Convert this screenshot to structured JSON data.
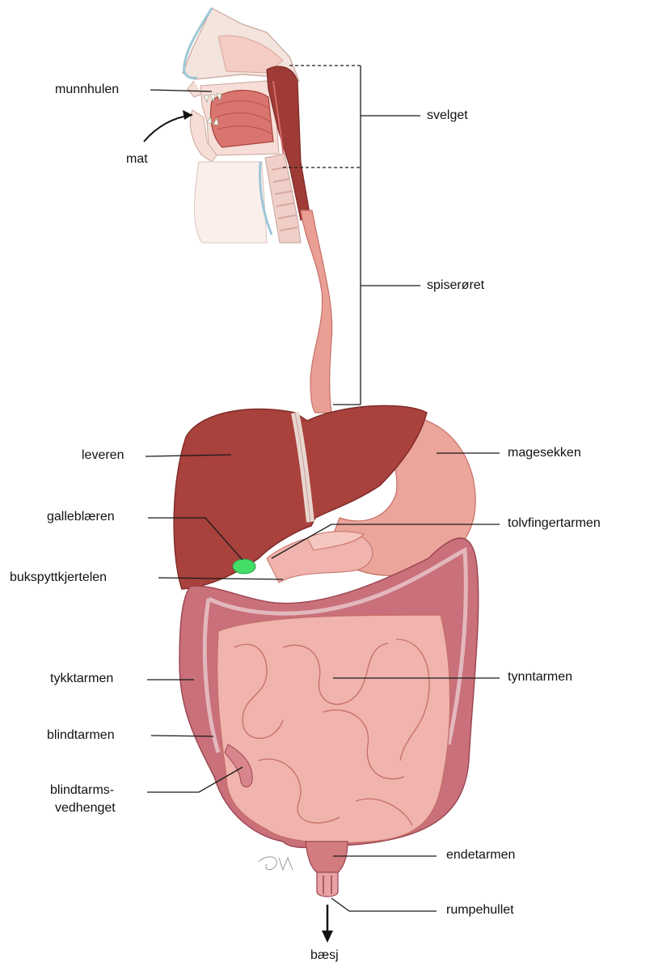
{
  "labels": {
    "munnhulen": "munnhulen",
    "mat": "mat",
    "svelget": "svelget",
    "spiseroret": "spiserøret",
    "leveren": "leveren",
    "magesekken": "magesekken",
    "gallebla": "galleblæren",
    "tolvfinger": "tolvfingertarmen",
    "bukspytt": "bukspyttkjertelen",
    "tykktarmen": "tykktarmen",
    "tynntarmen": "tynntarmen",
    "blindtarmen": "blindtarmen",
    "vedheng_1": "blindtarms-",
    "vedheng_2": "vedhenget",
    "endetarmen": "endetarmen",
    "rumpehullet": "rumpehullet",
    "baesj": "bæsj"
  },
  "colors": {
    "liver": "#a9413c",
    "stomach": "#eba59a",
    "colon": "#c9707a",
    "small_intestine": "#f0b3ad",
    "esophagus": "#ea9f95",
    "gallbladder": "#44dd66"
  }
}
